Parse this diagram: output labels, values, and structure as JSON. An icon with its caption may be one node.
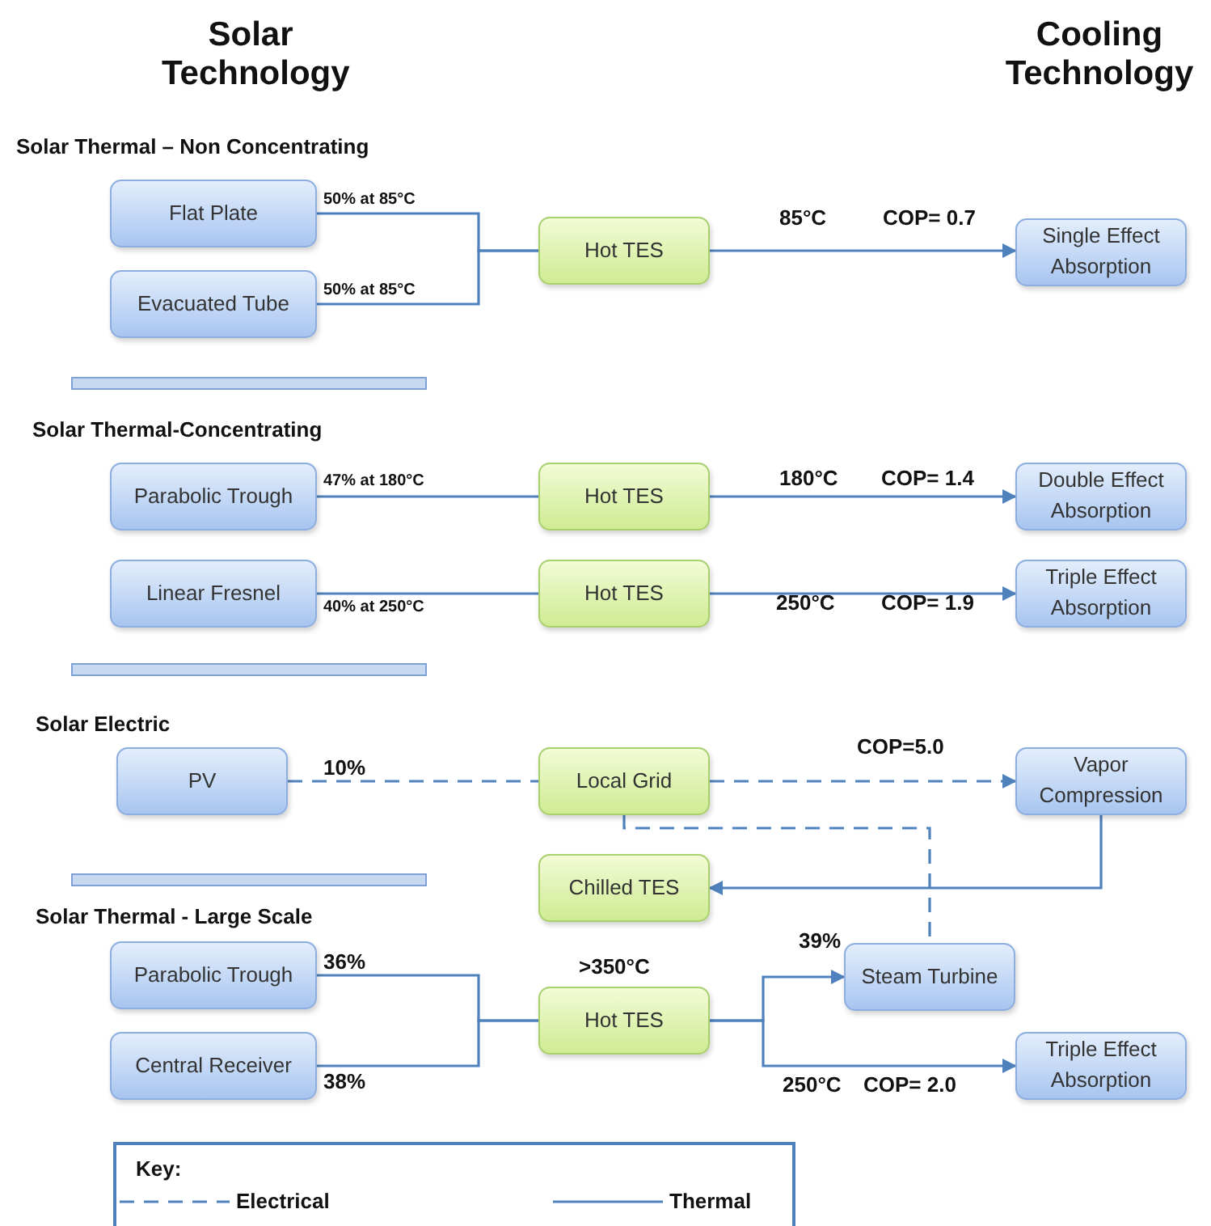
{
  "diagram": {
    "nodes": [
      {
        "text": [
          "Flat Plate"
        ]
      },
      {
        "text": [
          "Evacuated Tube"
        ]
      },
      {
        "text": [
          "Hot TES"
        ]
      },
      {
        "text": [
          "Single Effect Absorption"
        ]
      },
      {
        "text": [
          "Parabolic Trough"
        ]
      },
      {
        "text": [
          "Hot TES"
        ]
      },
      {
        "text": [
          "Double Effect Absorption"
        ]
      },
      {
        "text": [
          "Linear Fresnel"
        ]
      },
      {
        "text": [
          "Hot TES"
        ]
      },
      {
        "text": [
          "Triple Effect Absorption"
        ]
      },
      {
        "text": [
          "PV"
        ]
      },
      {
        "text": [
          "Local Grid"
        ]
      },
      {
        "text": [
          "Vapor Compression"
        ]
      },
      {
        "text": [
          "Chilled TES"
        ]
      },
      {
        "text": [
          "Steam Turbine"
        ]
      },
      {
        "text": [
          "Parabolic Trough"
        ]
      },
      {
        "text": [
          "Central Receiver"
        ]
      },
      {
        "text": [
          "Hot TES"
        ]
      },
      {
        "text": [
          "Triple Effect Absorption"
        ]
      }
    ],
    "edges": [
      {
        "from": 0,
        "to": 2,
        "arrow": "none",
        "label": "50% at 85°C"
      },
      {
        "from": 1,
        "to": 2,
        "arrow": "none",
        "label": "50% at 85°C"
      },
      {
        "from": 2,
        "to": 3,
        "arrow": "to",
        "label": "85°C"
      },
      {
        "from": 4,
        "to": 5,
        "arrow": "none",
        "label": "47% at 180°C"
      },
      {
        "from": 5,
        "to": 6,
        "arrow": "to",
        "label": "180°C"
      },
      {
        "from": 7,
        "to": 8,
        "arrow": "none",
        "label": "40% at 250°C"
      },
      {
        "from": 8,
        "to": 9,
        "arrow": "to",
        "label": "250°C"
      },
      {
        "from": 10,
        "to": 11,
        "arrow": "none",
        "label": "10%",
        "style": "dashed"
      },
      {
        "from": 11,
        "to": 12,
        "arrow": "to",
        "style": "dashed"
      },
      {
        "from": 11,
        "to": 14,
        "arrow": "none",
        "style": "dashed"
      },
      {
        "from": 12,
        "to": 13,
        "arrow": "to"
      },
      {
        "from": 15,
        "to": 17,
        "arrow": "none",
        "label": "36%"
      },
      {
        "from": 16,
        "to": 17,
        "arrow": "none",
        "label": "38%"
      },
      {
        "from": 17,
        "to": 14,
        "arrow": "to",
        "label": "39%"
      },
      {
        "from": 17,
        "to": 18,
        "arrow": "to",
        "label": "250°C"
      }
    ],
    "labels": [
      "Solar Technology",
      "Cooling Technology",
      "Solar Thermal – Non Concentrating",
      "COP= 0.7",
      "Solar Thermal-Concentrating",
      "COP= 1.4",
      "COP= 1.9",
      "Solar Electric",
      "COP=5.0",
      "Solar Thermal - Large Scale",
      ">350°C",
      "COP= 2.0",
      "Key:"
    ],
    "legend": [
      {
        "text": "Electrical"
      },
      {
        "text": "Thermal"
      }
    ]
  }
}
